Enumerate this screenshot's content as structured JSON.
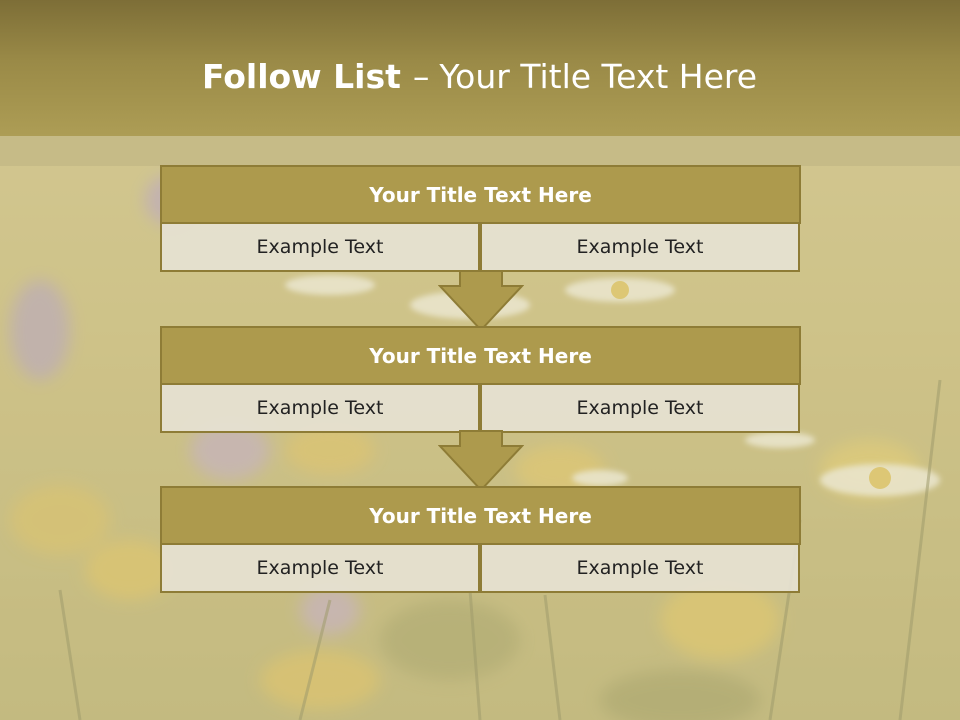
{
  "header": {
    "title_bold": "Follow List",
    "title_separator": "–",
    "title_rest": "Your Title Text Here",
    "bar_color": "#9a8a47"
  },
  "flow": {
    "blocks": [
      {
        "title": "Your Title Text Here",
        "left": "Example Text",
        "right": "Example Text"
      },
      {
        "title": "Your Title Text Here",
        "left": "Example Text",
        "right": "Example Text"
      },
      {
        "title": "Your Title Text Here",
        "left": "Example Text",
        "right": "Example Text"
      }
    ],
    "arrow_icon": "down-arrow-icon",
    "title_fill": "#ad9a4d",
    "border_color": "#8e7c36"
  },
  "background": {
    "icon": "flower-meadow-photo"
  }
}
